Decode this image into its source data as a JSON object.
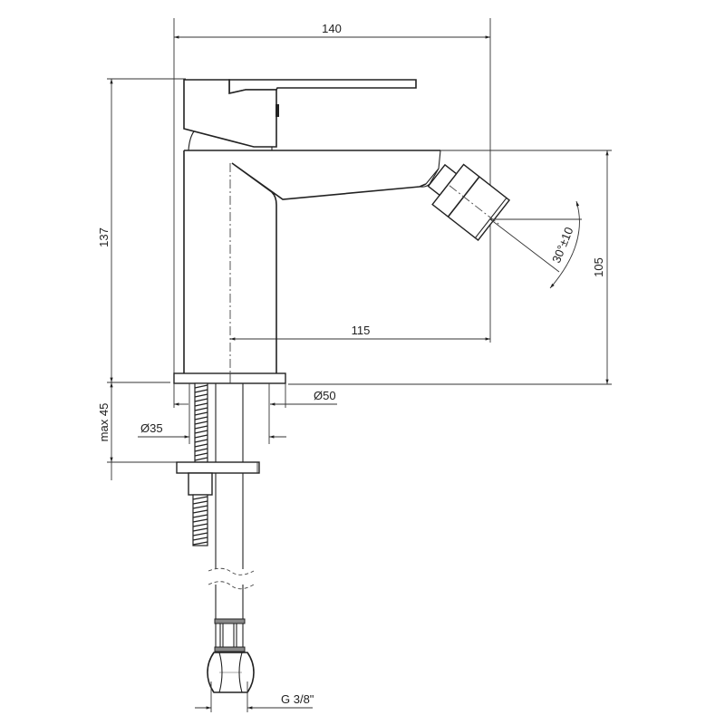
{
  "diagram": {
    "subject": "Bidet mixer faucet technical drawing",
    "background": "#ffffff",
    "line_color": "#222222",
    "dimensions": {
      "overall_width": "140",
      "overall_height": "137",
      "spout_height": "105",
      "spout_reach": "115",
      "aerator_angle": "30°±10",
      "base_diameter": "Ø50",
      "mounting_hole_diameter": "Ø35",
      "max_deck_thickness": "max 45",
      "connection_thread": "G 3/8\""
    },
    "components": [
      "lever-handle",
      "mixer-body",
      "spout",
      "swivel-aerator",
      "base-flange",
      "threaded-stud",
      "mounting-plate",
      "supply-hose",
      "hose-nut"
    ]
  }
}
